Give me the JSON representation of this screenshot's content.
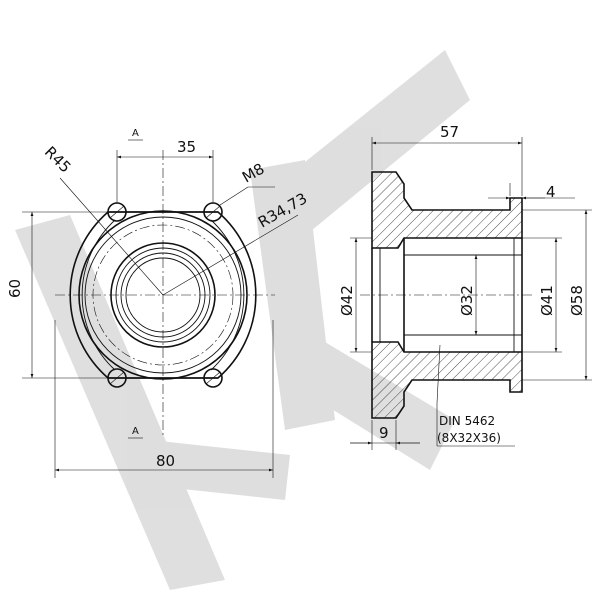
{
  "front_view": {
    "section_mark_top": "A",
    "section_mark_bottom": "A",
    "dim_bolt_spacing": "35",
    "dim_radius_outer": "R45",
    "dim_thread": "M8",
    "dim_radius_bolt": "R34,73",
    "dim_height": "60",
    "dim_width": "80"
  },
  "section_view": {
    "dim_length": "57",
    "dim_step": "4",
    "dim_dia_42": "Ø42",
    "dim_dia_32": "Ø32",
    "dim_dia_41": "Ø41",
    "dim_dia_58": "Ø58",
    "dim_flange": "9",
    "spline_standard": "DIN 5462",
    "spline_spec": "(8X32X36)"
  },
  "colors": {
    "line": "#111111",
    "watermark": "#d9d9d9",
    "background": "#ffffff"
  }
}
